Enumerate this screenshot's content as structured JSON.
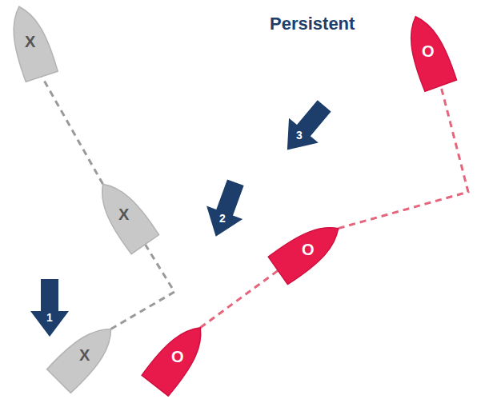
{
  "diagram": {
    "title": "Persistent",
    "nodes": [
      {
        "text": [
          "X"
        ]
      },
      {
        "text": [
          "X"
        ]
      },
      {
        "text": [
          "X"
        ]
      },
      {
        "text": [
          "O"
        ]
      },
      {
        "text": [
          "O"
        ]
      },
      {
        "text": [
          "O"
        ]
      },
      {
        "text": [
          "1"
        ]
      },
      {
        "text": [
          "2"
        ]
      },
      {
        "text": [
          "3"
        ]
      }
    ],
    "edges": [
      {
        "from": 2,
        "to": 1,
        "arrow": "none"
      },
      {
        "from": 1,
        "to": 0,
        "arrow": "none"
      },
      {
        "from": 5,
        "to": 4,
        "arrow": "none"
      },
      {
        "from": 4,
        "to": 3,
        "arrow": "none"
      }
    ]
  }
}
